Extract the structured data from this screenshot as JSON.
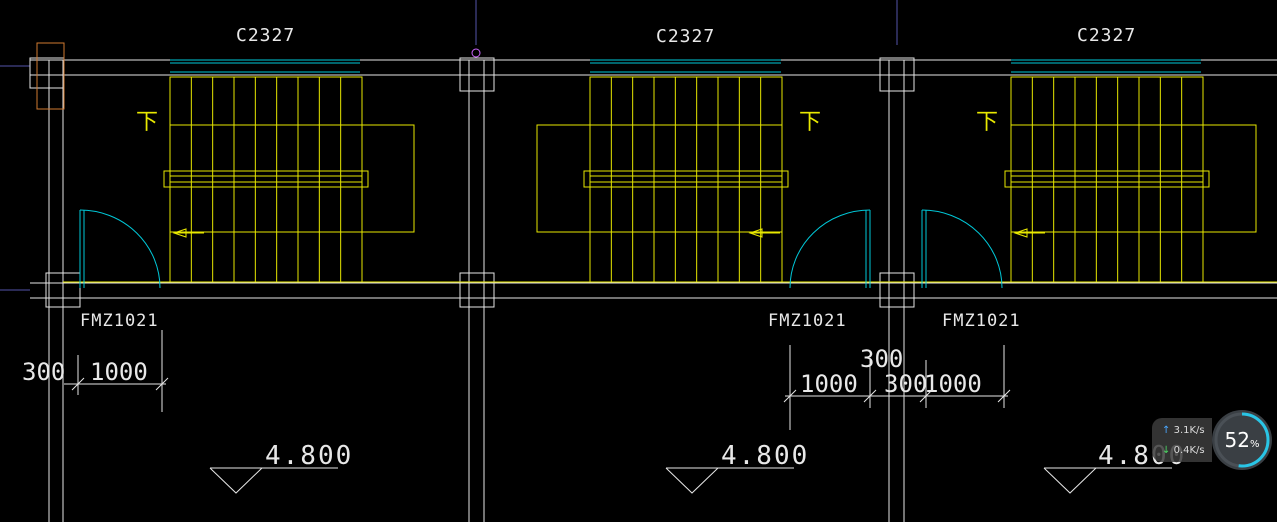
{
  "drawing": {
    "window_labels": [
      "C2327",
      "C2327",
      "C2327"
    ],
    "door_labels": [
      "FMZ1021",
      "FMZ1021",
      "FMZ1021"
    ],
    "stair_down_marks": [
      "下",
      "下",
      "下"
    ],
    "dimensions": {
      "left_300": "300",
      "left_1000": "1000",
      "right_300_top": "300",
      "right_1000_a": "1000",
      "right_300_mid": "300",
      "right_1000_b": "1000"
    },
    "elevations": [
      "4.800",
      "4.800",
      "4.800"
    ]
  },
  "overlay": {
    "upload_speed": "3.1",
    "upload_unit": "K/s",
    "download_speed": "0.4",
    "download_unit": "K/s",
    "usage_value": "52",
    "usage_unit": "%",
    "usage_fraction": 0.52
  },
  "colors": {
    "background": "#000000",
    "wall": "#e6e6e6",
    "stair": "#e8e800",
    "door_arc": "#00c8d8",
    "window": "#00c8d8",
    "text": "#e8e8e8",
    "accent_orange": "#d07a30"
  }
}
